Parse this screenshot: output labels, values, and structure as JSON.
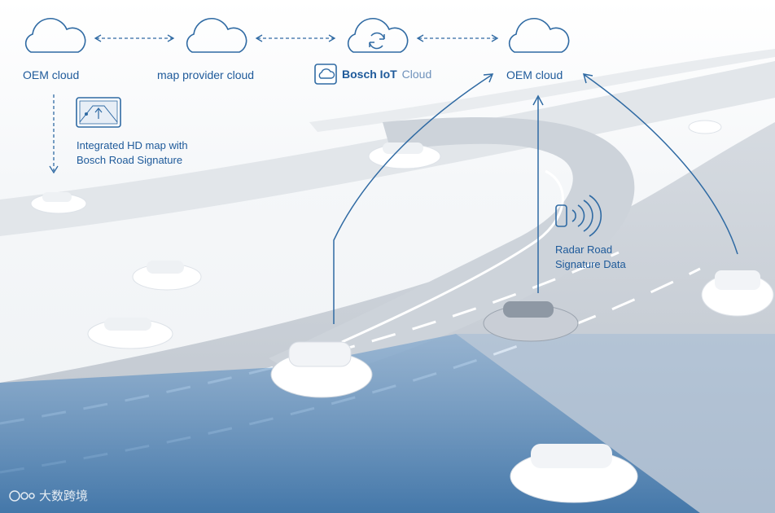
{
  "clouds": {
    "oem_left": "OEM cloud",
    "map_provider": "map provider cloud",
    "iot_strong": "Bosch IoT",
    "iot_light": "Cloud",
    "oem_right": "OEM cloud"
  },
  "annotations": {
    "hd_map_line1": "Integrated HD map with",
    "hd_map_line2": "Bosch Road Signature",
    "radar_line1": "Radar Road",
    "radar_line2": "Signature Data"
  },
  "watermark": {
    "text": "大数跨境"
  },
  "colors": {
    "accent": "#1e5a9a",
    "light_accent": "#6f92bb",
    "sensor_field": "#4a80b4"
  }
}
